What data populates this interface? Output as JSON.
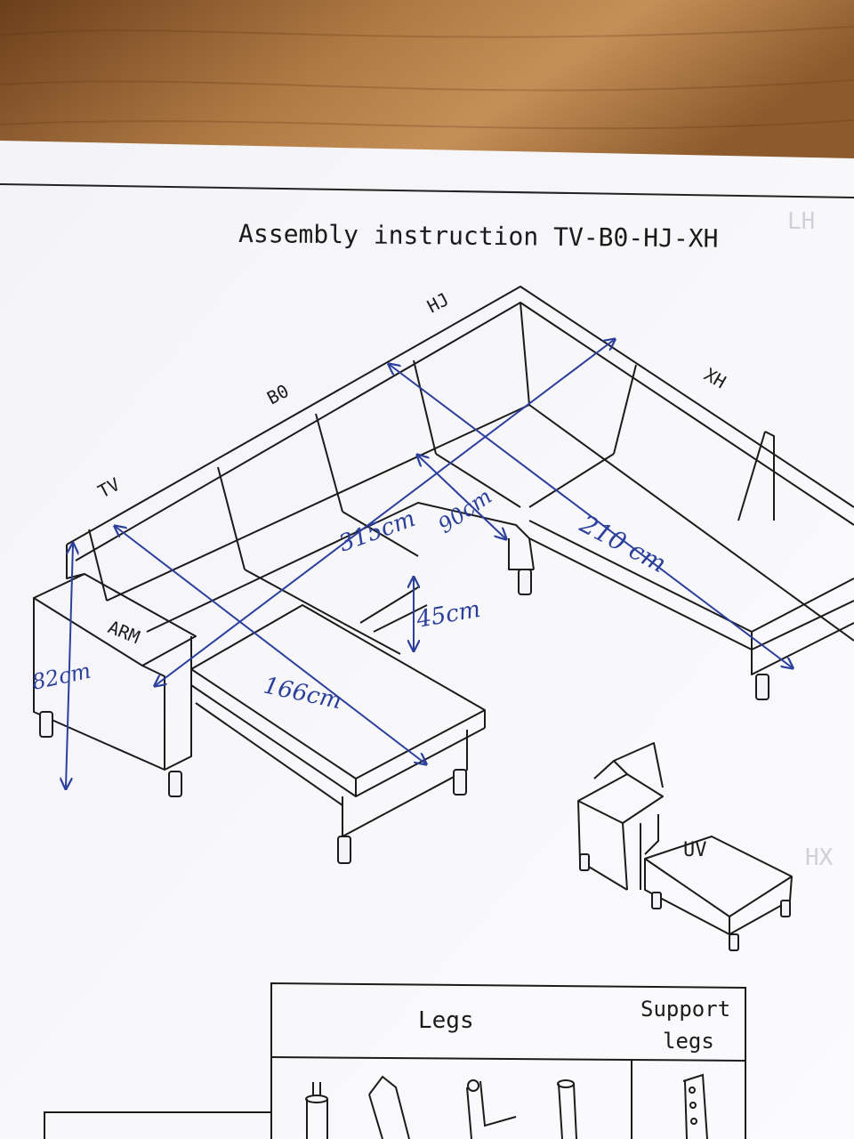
{
  "sheet": {
    "title": "Assembly instruction TV-B0-HJ-XH",
    "faded_corner_label": "LH",
    "faded_side_label": "HX"
  },
  "module_labels": {
    "tv": "TV",
    "b0": "B0",
    "hj": "HJ",
    "xh": "XH",
    "arm": "ARM",
    "uv": "UV"
  },
  "handwritten_measurements": {
    "arm_height": "82cm",
    "chaise_length": "166cm",
    "total_width": "315cm",
    "seat_depth": "90cm",
    "seat_height": "45cm",
    "right_length": "210 cm"
  },
  "parts_table": {
    "legs_header": "Legs",
    "support_legs_header_line1": "Support",
    "support_legs_header_line2": "legs"
  },
  "colors": {
    "pen": "#2b3f9c",
    "ink": "#1b1b1b",
    "paper": "#f7f7fb",
    "table": "#8a5428"
  }
}
